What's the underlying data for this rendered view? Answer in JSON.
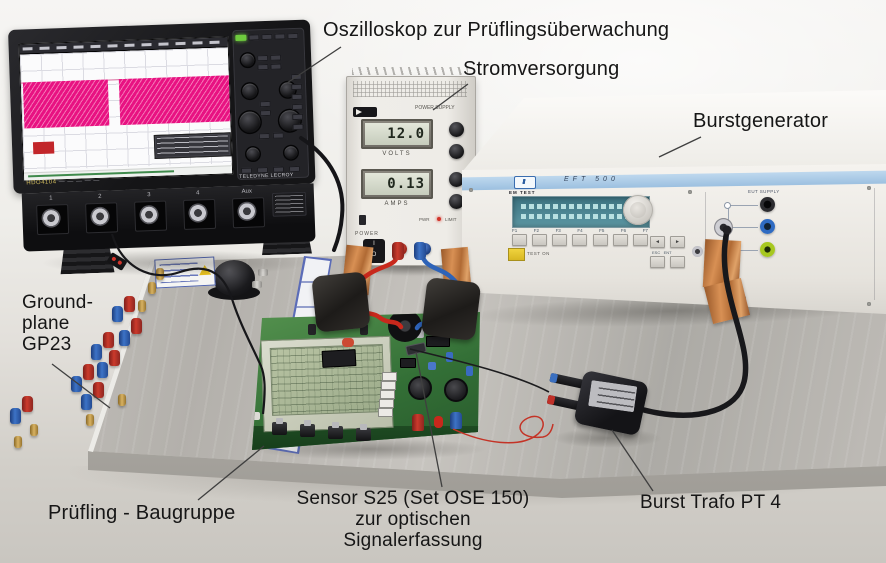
{
  "annotations": {
    "oscilloscope": "Oszilloskop zur Prüflingsüberwachung",
    "power_supply": "Stromversorgung",
    "burst_generator": "Burstgenerator",
    "ground_plane": [
      "Ground-",
      "plane",
      "GP23"
    ],
    "dut": "Prüfling - Baugruppe",
    "sensor": [
      "Sensor S25 (Set OSE 150)",
      "zur optischen Signalerfassung"
    ],
    "burst_trafo": "Burst Trafo PT 4"
  },
  "oscilloscope": {
    "model": "HDO4104",
    "brand": "TELEDYNE LECROY",
    "channel_labels": [
      "1",
      "2",
      "3",
      "4",
      "Aux"
    ]
  },
  "power_supply": {
    "header": "POWER SUPPLY",
    "volts": {
      "value": "12.0",
      "label": "VOLTS"
    },
    "amps": {
      "value": "0.13",
      "label": "AMPS"
    },
    "power_label": "POWER",
    "switch_on": "I",
    "switch_off": "O",
    "indicator_left": "PWR",
    "indicator_right": "LIMIT"
  },
  "burst_generator": {
    "brand": "EM TEST",
    "model": "EFT 500",
    "fkeys": [
      "F1",
      "F2",
      "F3",
      "F4",
      "F5",
      "F6",
      "F7"
    ],
    "eut_supply_label": "EUT SUPPLY",
    "nav": {
      "left": "◄",
      "right": "►",
      "esc": "ESC",
      "ent": "ENT"
    },
    "test_on_label": "TEST ON"
  },
  "colors": {
    "trace_magenta": "#e81282",
    "pcb_green": "#35703a",
    "panel_stripe_blue": "#a9c9e6",
    "lcd_teal": "#4d8a97",
    "copper": "#c07a45",
    "wire_red": "#c8281c",
    "wire_blue": "#2e63b8",
    "ground_plane_silver": "#bcb9b4"
  }
}
